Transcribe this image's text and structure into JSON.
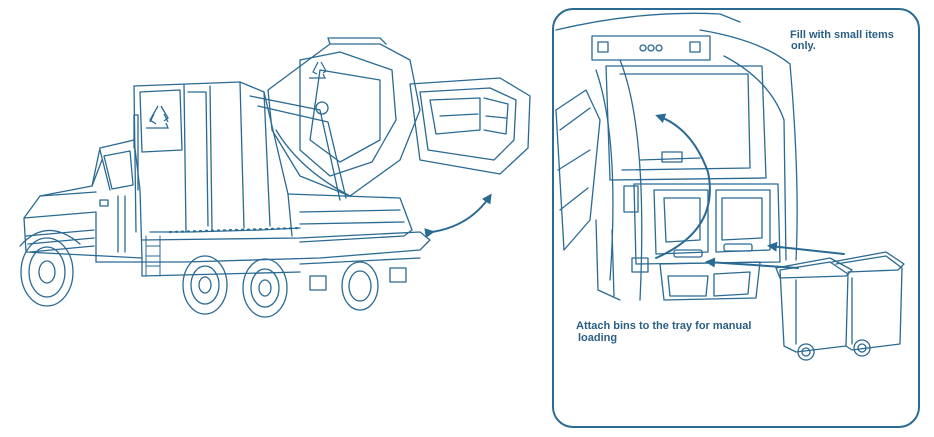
{
  "colors": {
    "line": "#2a6a93",
    "light_fill": "#eef6fb",
    "label": "#2a5f86"
  },
  "callout": {
    "fill_note_line1": "Fill with small items",
    "fill_note_line2": "only.",
    "attach_note_line1": "Attach bins to the tray for manual",
    "attach_note_line2": "loading"
  },
  "icons": [
    "recycle-icon",
    "recycle-icon"
  ]
}
